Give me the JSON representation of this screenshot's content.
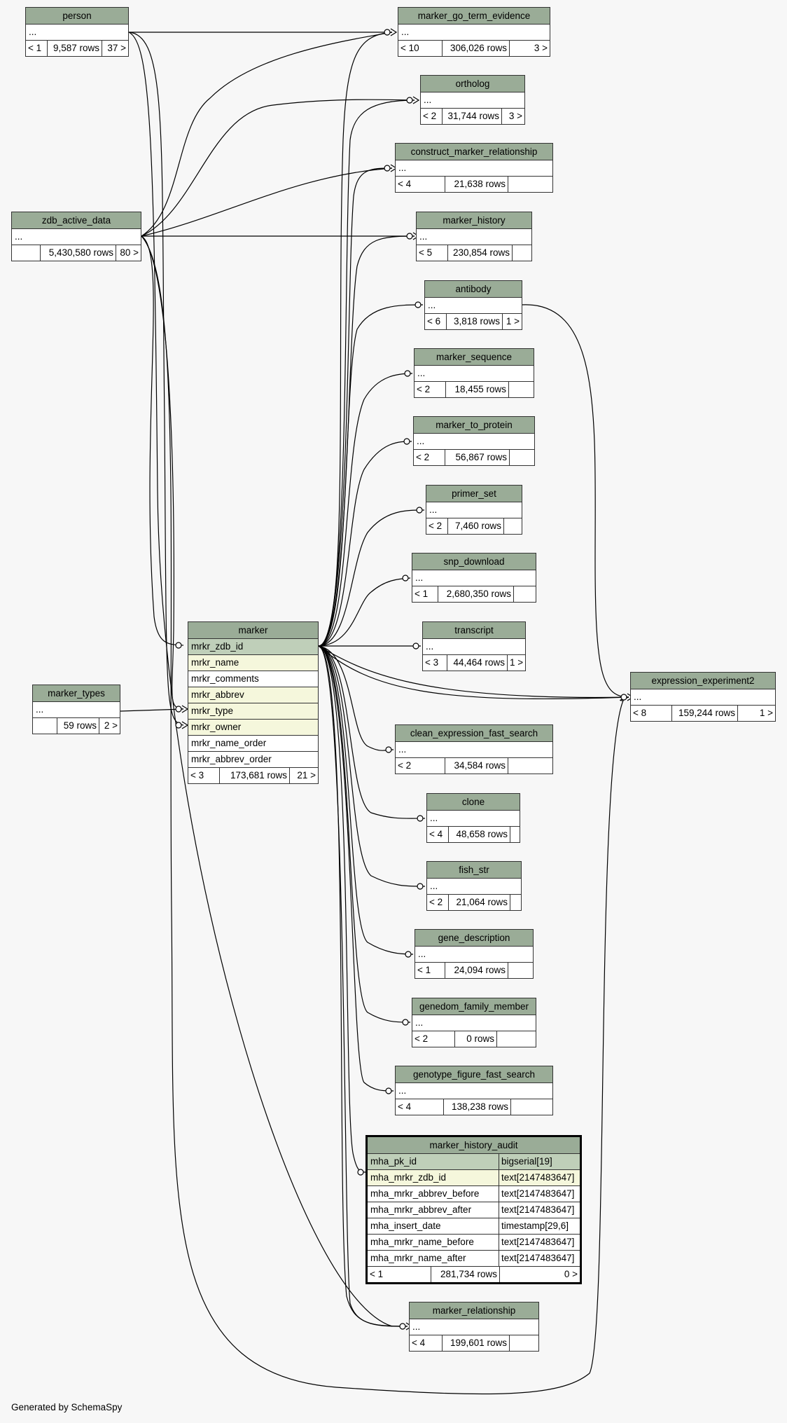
{
  "tables": [
    {
      "id": "person",
      "name": "person",
      "row": "...",
      "parents": "< 1",
      "rows": "9,587 rows",
      "children": "37 >"
    },
    {
      "id": "zdb_active_data",
      "name": "zdb_active_data",
      "row": "...",
      "parents": "",
      "rows": "5,430,580 rows",
      "children": "80 >"
    },
    {
      "id": "marker_types",
      "name": "marker_types",
      "row": "...",
      "parents": "",
      "rows": "59 rows",
      "children": "2 >"
    },
    {
      "id": "marker_go_term_evidence",
      "name": "marker_go_term_evidence",
      "row": "...",
      "parents": "< 10",
      "rows": "306,026 rows",
      "children": "3 >"
    },
    {
      "id": "ortholog",
      "name": "ortholog",
      "row": "...",
      "parents": "< 2",
      "rows": "31,744 rows",
      "children": "3 >"
    },
    {
      "id": "construct_marker_relationship",
      "name": "construct_marker_relationship",
      "row": "...",
      "parents": "< 4",
      "rows": "21,638 rows",
      "children": ""
    },
    {
      "id": "marker_history",
      "name": "marker_history",
      "row": "...",
      "parents": "< 5",
      "rows": "230,854 rows",
      "children": ""
    },
    {
      "id": "antibody",
      "name": "antibody",
      "row": "...",
      "parents": "< 6",
      "rows": "3,818 rows",
      "children": "1 >"
    },
    {
      "id": "marker_sequence",
      "name": "marker_sequence",
      "row": "...",
      "parents": "< 2",
      "rows": "18,455 rows",
      "children": ""
    },
    {
      "id": "marker_to_protein",
      "name": "marker_to_protein",
      "row": "...",
      "parents": "< 2",
      "rows": "56,867 rows",
      "children": ""
    },
    {
      "id": "primer_set",
      "name": "primer_set",
      "row": "...",
      "parents": "< 2",
      "rows": "7,460 rows",
      "children": ""
    },
    {
      "id": "snp_download",
      "name": "snp_download",
      "row": "...",
      "parents": "< 1",
      "rows": "2,680,350 rows",
      "children": ""
    },
    {
      "id": "transcript",
      "name": "transcript",
      "row": "...",
      "parents": "< 3",
      "rows": "44,464 rows",
      "children": "1 >"
    },
    {
      "id": "expression_experiment2",
      "name": "expression_experiment2",
      "row": "...",
      "parents": "< 8",
      "rows": "159,244 rows",
      "children": "1 >"
    },
    {
      "id": "clean_expression_fast_search",
      "name": "clean_expression_fast_search",
      "row": "...",
      "parents": "< 2",
      "rows": "34,584 rows",
      "children": ""
    },
    {
      "id": "clone",
      "name": "clone",
      "row": "...",
      "parents": "< 4",
      "rows": "48,658 rows",
      "children": ""
    },
    {
      "id": "fish_str",
      "name": "fish_str",
      "row": "...",
      "parents": "< 2",
      "rows": "21,064 rows",
      "children": ""
    },
    {
      "id": "gene_description",
      "name": "gene_description",
      "row": "...",
      "parents": "< 1",
      "rows": "24,094 rows",
      "children": ""
    },
    {
      "id": "genedom_family_member",
      "name": "genedom_family_member",
      "row": "...",
      "parents": "< 2",
      "rows": "0 rows",
      "children": ""
    },
    {
      "id": "genotype_figure_fast_search",
      "name": "genotype_figure_fast_search",
      "row": "...",
      "parents": "< 4",
      "rows": "138,238 rows",
      "children": ""
    },
    {
      "id": "marker_relationship",
      "name": "marker_relationship",
      "row": "...",
      "parents": "< 4",
      "rows": "199,601 rows",
      "children": ""
    }
  ],
  "marker": {
    "name": "marker",
    "columns": [
      {
        "name": "mrkr_zdb_id",
        "kind": "pk"
      },
      {
        "name": "mrkr_name",
        "kind": "fk"
      },
      {
        "name": "mrkr_comments",
        "kind": "plain"
      },
      {
        "name": "mrkr_abbrev",
        "kind": "fk"
      },
      {
        "name": "mrkr_type",
        "kind": "fk"
      },
      {
        "name": "mrkr_owner",
        "kind": "fk"
      },
      {
        "name": "mrkr_name_order",
        "kind": "plain"
      },
      {
        "name": "mrkr_abbrev_order",
        "kind": "plain"
      }
    ],
    "parents": "< 3",
    "rows": "173,681 rows",
    "children": "21 >"
  },
  "marker_history_audit": {
    "name": "marker_history_audit",
    "columns": [
      {
        "name": "mha_pk_id",
        "type": "bigserial[19]",
        "kind": "pk"
      },
      {
        "name": "mha_mrkr_zdb_id",
        "type": "text[2147483647]",
        "kind": "fk"
      },
      {
        "name": "mha_mrkr_abbrev_before",
        "type": "text[2147483647]",
        "kind": "plain"
      },
      {
        "name": "mha_mrkr_abbrev_after",
        "type": "text[2147483647]",
        "kind": "plain"
      },
      {
        "name": "mha_insert_date",
        "type": "timestamp[29,6]",
        "kind": "plain"
      },
      {
        "name": "mha_mrkr_name_before",
        "type": "text[2147483647]",
        "kind": "plain"
      },
      {
        "name": "mha_mrkr_name_after",
        "type": "text[2147483647]",
        "kind": "plain"
      }
    ],
    "parents": "< 1",
    "rows": "281,734 rows",
    "children": "0 >"
  },
  "footer": "Generated by SchemaSpy",
  "colors": {
    "header": "#9aac97",
    "pk": "#bfcfb9",
    "fk": "#f5f7dc",
    "background": "#f7f7f7"
  }
}
